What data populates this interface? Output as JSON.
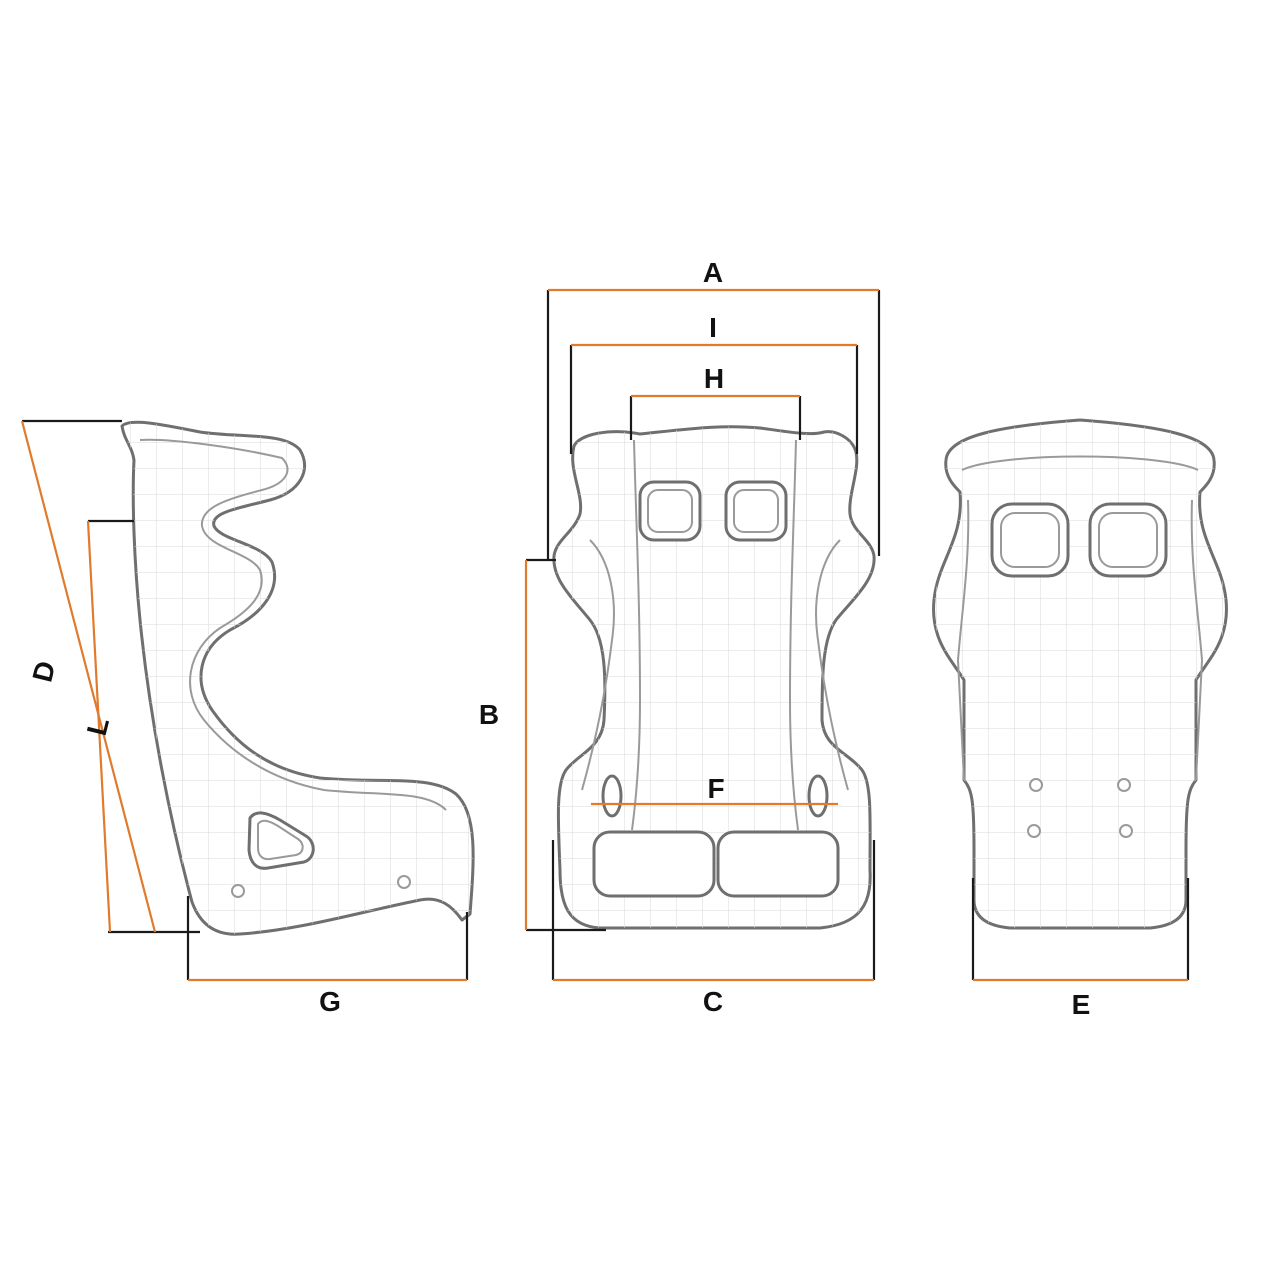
{
  "colors": {
    "dimension_line": "#e07b2e",
    "extension_line": "#1a1a1a",
    "seat_outline": "#6f6f6f",
    "seat_detail": "#9a9a9a",
    "grid": "#d6d6d6"
  },
  "views": {
    "side": {
      "labels": {
        "D": "D",
        "L": "L",
        "G": "G"
      }
    },
    "front": {
      "labels": {
        "A": "A",
        "I": "I",
        "H": "H",
        "B": "B",
        "F": "F",
        "C": "C"
      }
    },
    "back": {
      "labels": {
        "E": "E"
      }
    }
  }
}
